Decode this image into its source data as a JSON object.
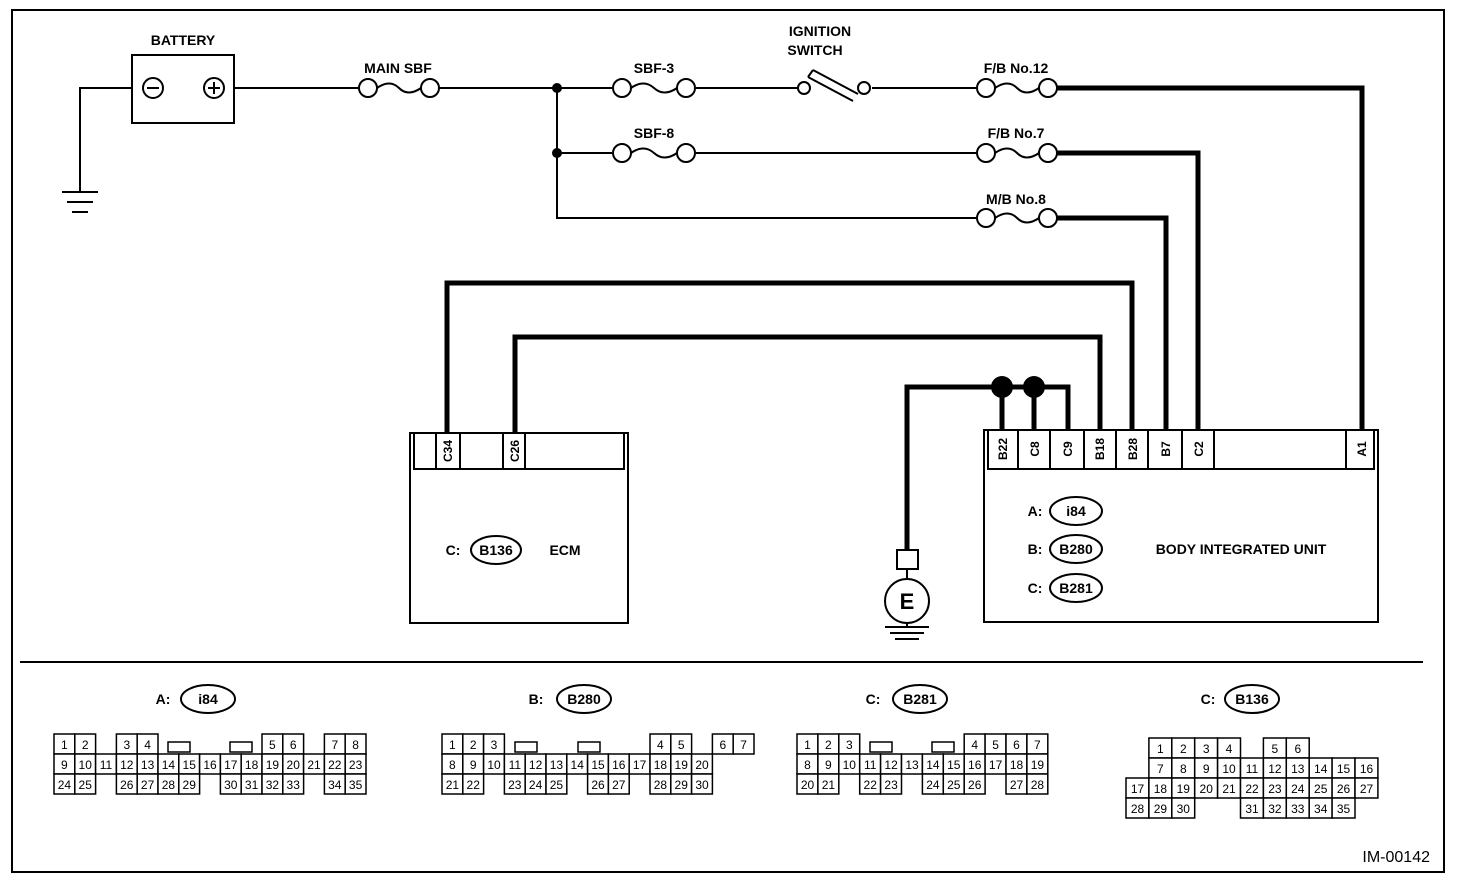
{
  "title": "",
  "labels": {
    "battery": "BATTERY",
    "main_sbf": "MAIN SBF",
    "sbf3": "SBF-3",
    "sbf8": "SBF-8",
    "ignition_line1": "IGNITION",
    "ignition_line2": "SWITCH",
    "fb12": "F/B No.12",
    "fb7": "F/B No.7",
    "mb8": "M/B No.8",
    "ground_e": "E",
    "ecm": "ECM",
    "ecm_conn_prefix": "C:",
    "ecm_conn": "B136",
    "biu": "BODY INTEGRATED UNIT",
    "biu_a_prefix": "A:",
    "biu_a": "i84",
    "biu_b_prefix": "B:",
    "biu_b": "B280",
    "biu_c_prefix": "C:",
    "biu_c": "B281",
    "image_id": "IM-00142"
  },
  "ecm_pins": [
    "C34",
    "C26"
  ],
  "biu_pins": [
    "B22",
    "C8",
    "C9",
    "B18",
    "B28",
    "B7",
    "C2",
    "A1"
  ],
  "connectors": {
    "i84": {
      "prefix": "A:",
      "name": "i84",
      "rows": [
        [
          "1",
          "2",
          "",
          "3",
          "4",
          "",
          "",
          "",
          "",
          "",
          "5",
          "6",
          "",
          "7",
          "8"
        ],
        [
          "9",
          "10",
          "11",
          "12",
          "13",
          "14",
          "15",
          "16",
          "17",
          "18",
          "19",
          "20",
          "21",
          "22",
          "23"
        ],
        [
          "24",
          "25",
          "",
          "26",
          "27",
          "28",
          "29",
          "",
          "30",
          "31",
          "32",
          "33",
          "",
          "34",
          "35"
        ]
      ]
    },
    "b280": {
      "prefix": "B:",
      "name": "B280",
      "rows": [
        [
          "1",
          "2",
          "3",
          "",
          "",
          "",
          "",
          "",
          "",
          "",
          "4",
          "5",
          "",
          "6",
          "7"
        ],
        [
          "8",
          "9",
          "10",
          "11",
          "12",
          "13",
          "14",
          "15",
          "16",
          "17",
          "18",
          "19",
          "20"
        ],
        [
          "21",
          "22",
          "",
          "23",
          "24",
          "25",
          "",
          "26",
          "27",
          "",
          "28",
          "29",
          "30"
        ]
      ]
    },
    "b281": {
      "prefix": "C:",
      "name": "B281",
      "rows": [
        [
          "1",
          "2",
          "3",
          "",
          "",
          "",
          "",
          "",
          "4",
          "5",
          "6",
          "7"
        ],
        [
          "8",
          "9",
          "10",
          "11",
          "12",
          "13",
          "14",
          "15",
          "16",
          "17",
          "18",
          "19"
        ],
        [
          "20",
          "21",
          "",
          "22",
          "23",
          "",
          "24",
          "25",
          "26",
          "",
          "27",
          "28"
        ]
      ]
    },
    "b136": {
      "prefix": "C:",
      "name": "B136",
      "rows": [
        [
          "1",
          "2",
          "3",
          "4",
          "",
          "5",
          "6"
        ],
        [
          "7",
          "8",
          "9",
          "10",
          "11",
          "12",
          "13",
          "14",
          "15",
          "16"
        ],
        [
          "17",
          "18",
          "19",
          "20",
          "21",
          "22",
          "23",
          "24",
          "25",
          "26",
          "27"
        ],
        [
          "28",
          "29",
          "30",
          "",
          "",
          "31",
          "32",
          "33",
          "34",
          "35"
        ]
      ]
    }
  }
}
